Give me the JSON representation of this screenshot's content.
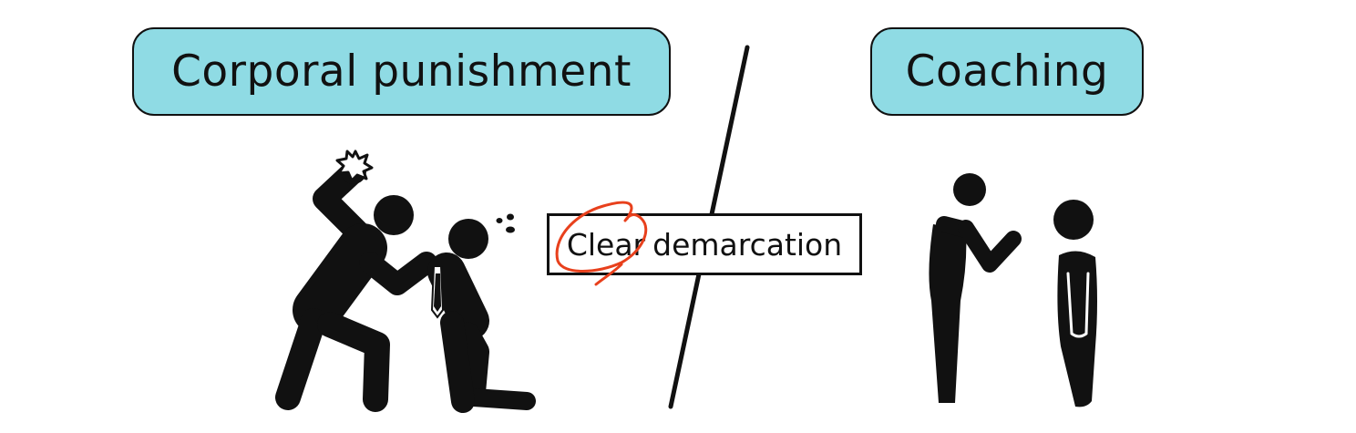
{
  "left_panel": {
    "label": "Corporal punishment"
  },
  "right_panel": {
    "label": "Coaching"
  },
  "center": {
    "word_highlighted": "Clear",
    "word_rest": "demarcation"
  },
  "colors": {
    "pill_fill": "#8fdbe4",
    "ink": "#111111",
    "highlight_circle": "#e8401c"
  },
  "icons": [
    "puncher-figure",
    "impact-burst-icon",
    "victim-figure",
    "sweat-drops-icon",
    "coach-figure",
    "student-figure",
    "divider-slash"
  ]
}
